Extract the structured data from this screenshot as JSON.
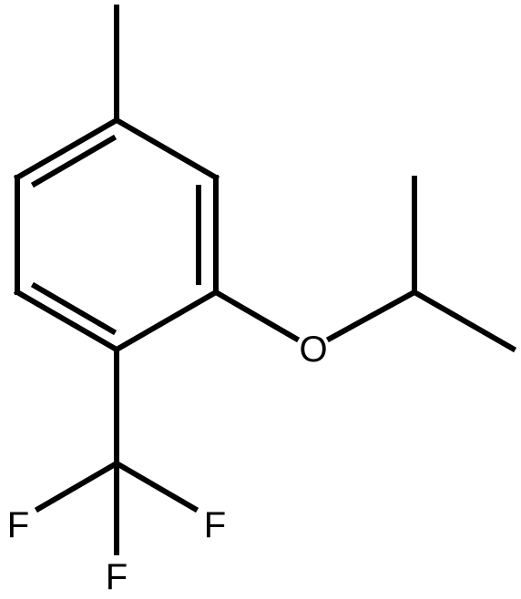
{
  "molecule": {
    "atoms": {
      "o1": "O",
      "f1": "F",
      "f2": "F",
      "f3": "F"
    }
  },
  "colors": {
    "bond": "#000000",
    "label": "#000000",
    "background": "#ffffff"
  }
}
